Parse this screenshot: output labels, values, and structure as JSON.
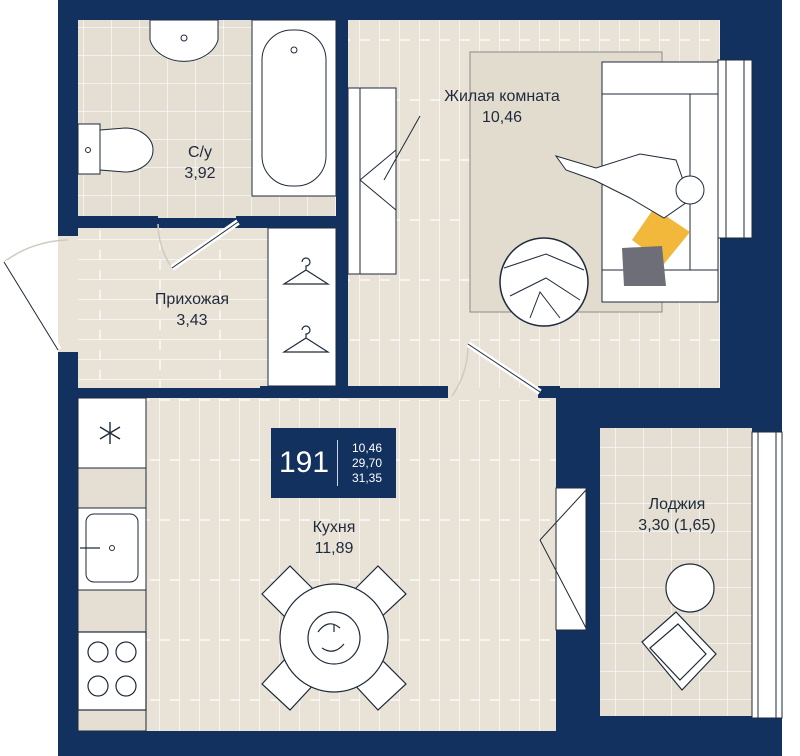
{
  "colors": {
    "wall": "#12315f",
    "floor_tile": "#e4ded3",
    "floor_wood": "#e7e1d4",
    "furniture": "#ffffff",
    "cushion_yellow": "#f2b83b",
    "cushion_gray": "#6d6e78",
    "text": "#1f2a3a"
  },
  "rooms": {
    "bathroom": {
      "name": "С/у",
      "area": "3,92"
    },
    "living": {
      "name": "Жилая комната",
      "area": "10,46"
    },
    "hall": {
      "name": "Прихожая",
      "area": "3,43"
    },
    "kitchen": {
      "name": "Кухня",
      "area": "11,89"
    },
    "loggia": {
      "name": "Лоджия",
      "area": "3,30 (1,65)"
    }
  },
  "badge": {
    "number": "191",
    "living_area": "10,46",
    "total_area": "29,70",
    "area_with_loggia": "31,35"
  },
  "icons": [
    "snowflake-icon",
    "hanger-icon",
    "hob-icon",
    "sink-icon",
    "toilet-icon",
    "bathtub-icon"
  ]
}
